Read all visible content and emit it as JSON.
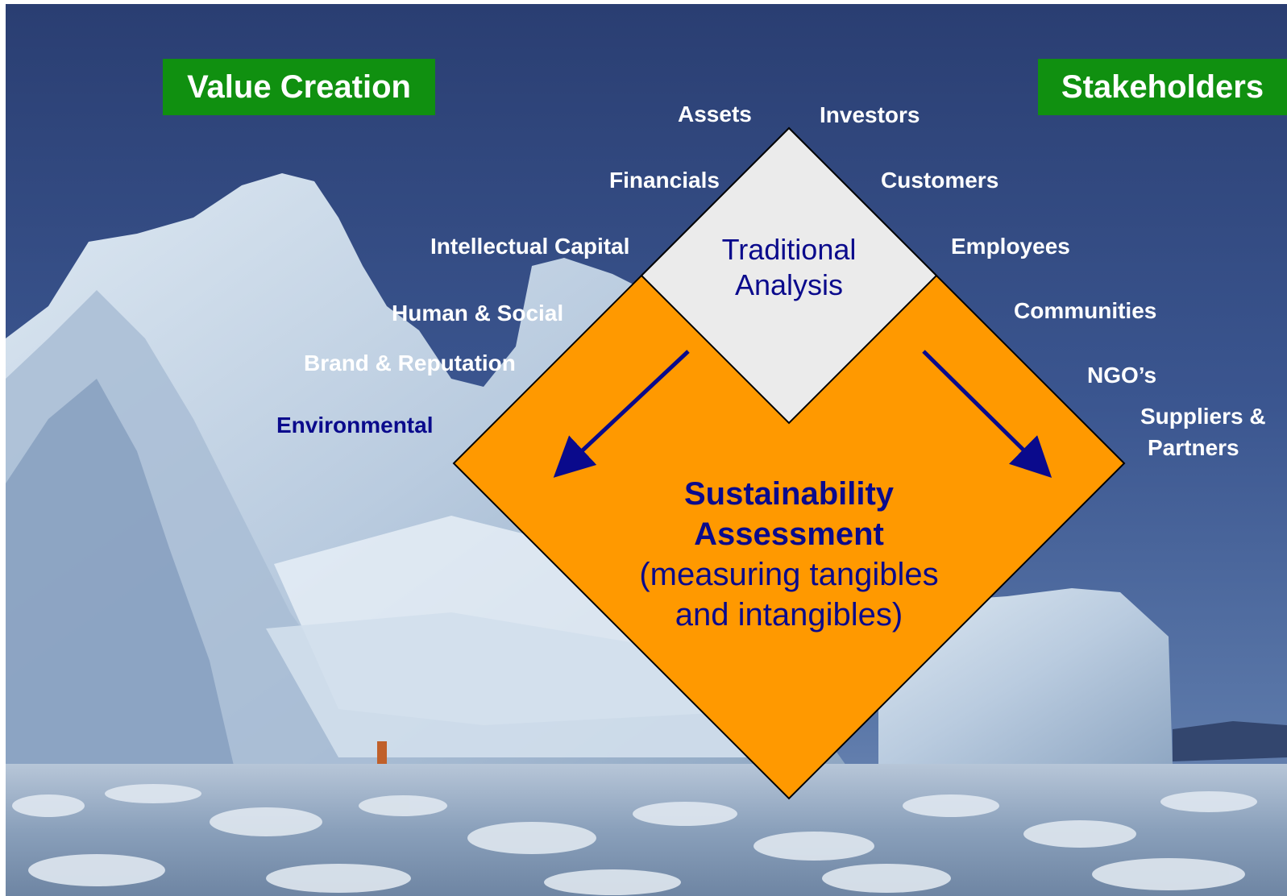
{
  "headers": {
    "value_creation": "Value Creation",
    "stakeholders": "Stakeholders"
  },
  "value_creation_items": [
    "Assets",
    "Financials",
    "Intellectual Capital",
    "Human & Social",
    "Brand & Reputation",
    "Environmental"
  ],
  "stakeholder_items": [
    "Investors",
    "Customers",
    "Employees",
    "Communities",
    "NGO’s",
    "Suppliers &",
    "Partners"
  ],
  "traditional": {
    "line1": "Traditional",
    "line2": "Analysis"
  },
  "sustainability": {
    "line1": "Sustainability",
    "line2": "Assessment",
    "line3": "(measuring tangibles",
    "line4": "and intangibles)"
  },
  "colors": {
    "header_green": "#109010",
    "diamond_orange": "#ff9900",
    "diamond_grey": "#ebebeb",
    "text_navy": "#0a0a8c",
    "arrow_navy": "#0a0a8c"
  }
}
